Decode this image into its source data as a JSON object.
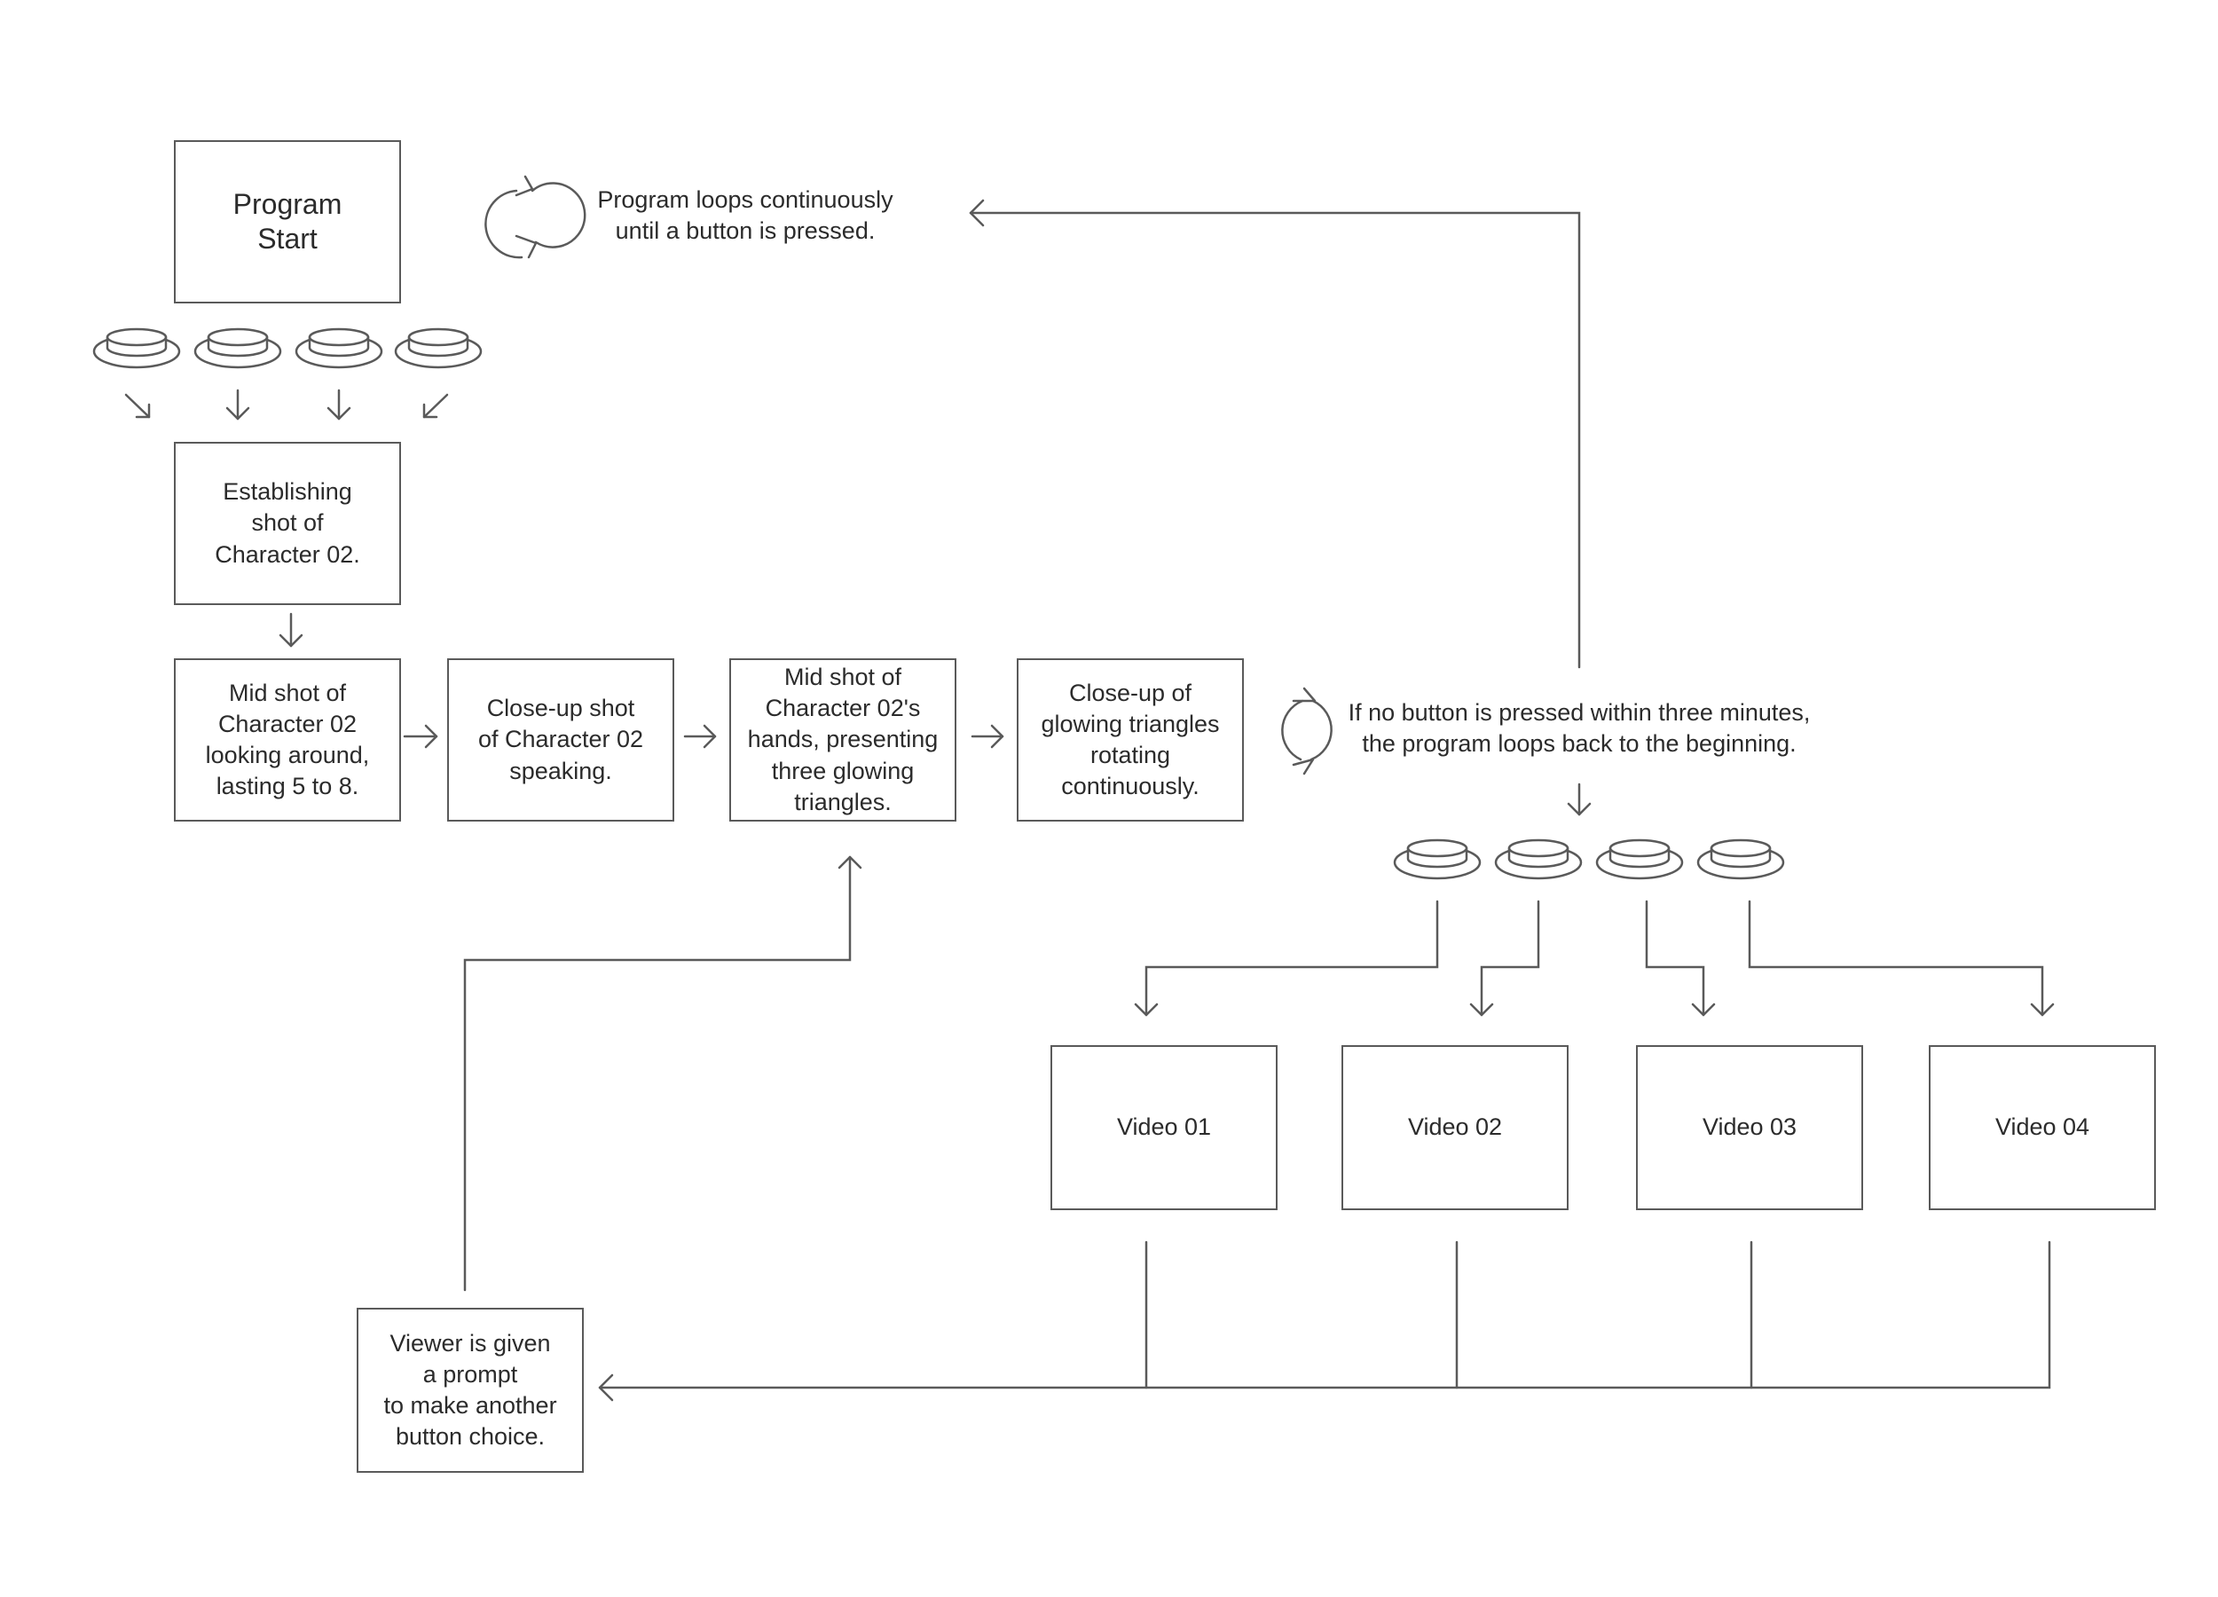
{
  "nodes": {
    "start": "Program\nStart",
    "establishing": "Establishing\nshot of\nCharacter 02.",
    "mid_shot": "Mid shot of\nCharacter 02\nlooking around,\nlasting 5 to 8.",
    "closeup_speaking": "Close-up shot\nof Character 02\nspeaking.",
    "hands_triangles": "Mid shot of\nCharacter 02's\nhands, presenting\nthree glowing\ntriangles.",
    "triangles_rotating": "Close-up of\nglowing triangles\nrotating\ncontinuously.",
    "video_01": "Video 01",
    "video_02": "Video 02",
    "video_03": "Video 03",
    "video_04": "Video 04",
    "viewer_prompt": "Viewer is given\na prompt\nto make  another\nbutton choice."
  },
  "notes": {
    "loop_until_press": "Program loops continuously\nuntil a button is pressed.",
    "loop_back": "If no button is pressed within three minutes,\nthe program loops back to the beginning."
  },
  "icons": {
    "loop": "loop-arrows-icon",
    "button": "push-button-icon",
    "top_button_count": 4,
    "bottom_button_count": 4
  },
  "colors": {
    "line": "#5a5a5a",
    "text": "#2b2b2b",
    "background": "#ffffff"
  }
}
